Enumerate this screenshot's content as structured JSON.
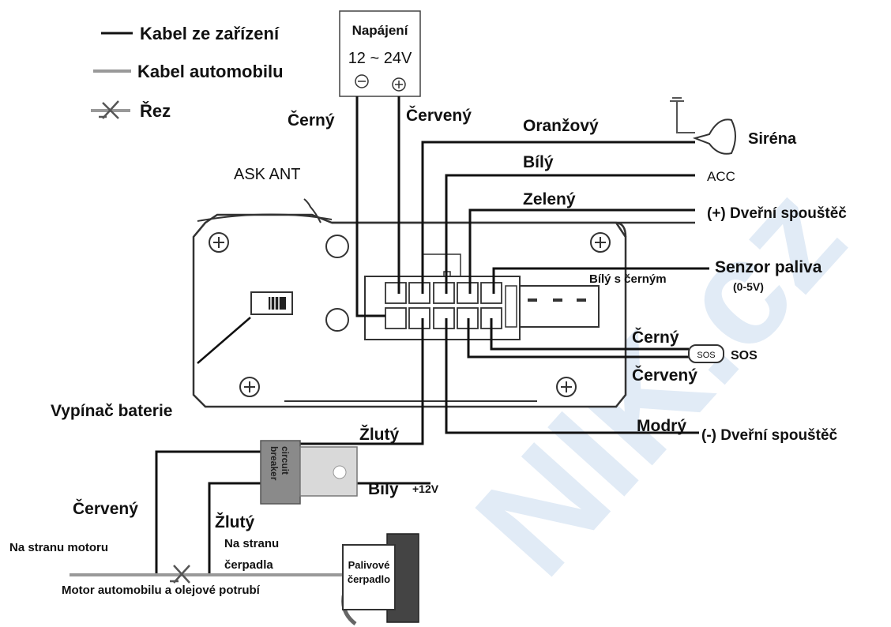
{
  "legend": {
    "device_cable": "Kabel ze zařízení",
    "car_cable": "Kabel automobilu",
    "cut": "Řez"
  },
  "power": {
    "title": "Napájení",
    "voltage": "12 ~ 24V",
    "minus": "⊖",
    "plus": "⊕"
  },
  "wires": {
    "black_top": "Černý",
    "red_top": "Červený",
    "orange": "Oranžový",
    "white": "Bílý",
    "green": "Zelený",
    "white_black": "Bílý s černým",
    "black_sos": "Černý",
    "red_sos": "Červený",
    "blue": "Modrý",
    "yellow": "Žlutý",
    "white_bottom": "Bílý",
    "red_bottom": "Červený",
    "yellow_bottom": "Žlutý"
  },
  "outputs": {
    "siren": "Siréna",
    "acc": "ACC",
    "door_plus": "(+) Dveřní spouštěč",
    "fuel_sensor": "Senzor paliva",
    "fuel_sensor_range": "(0-5V)",
    "sos_button": "SOS",
    "sos": "SOS",
    "door_minus": "(-) Dveřní spouštěč",
    "plus12": "+12V"
  },
  "device": {
    "antenna": "ASK ANT",
    "battery_switch": "Vypínač baterie"
  },
  "breaker": {
    "line1": "circuit",
    "line2": "breaker"
  },
  "bottom": {
    "engine_side": "Na stranu motoru",
    "pump_side_1": "Na stranu",
    "pump_side_2": "čerpadla",
    "car_engine": "Motor automobilu a olejové potrubí",
    "pump_1": "Palivové",
    "pump_2": "čerpadlo"
  },
  "watermark": "NIK.cz",
  "colors": {
    "wire": "#111111",
    "car_wire": "#999999",
    "watermark": "#dfeaf6",
    "breaker": "#8a8a8a"
  }
}
